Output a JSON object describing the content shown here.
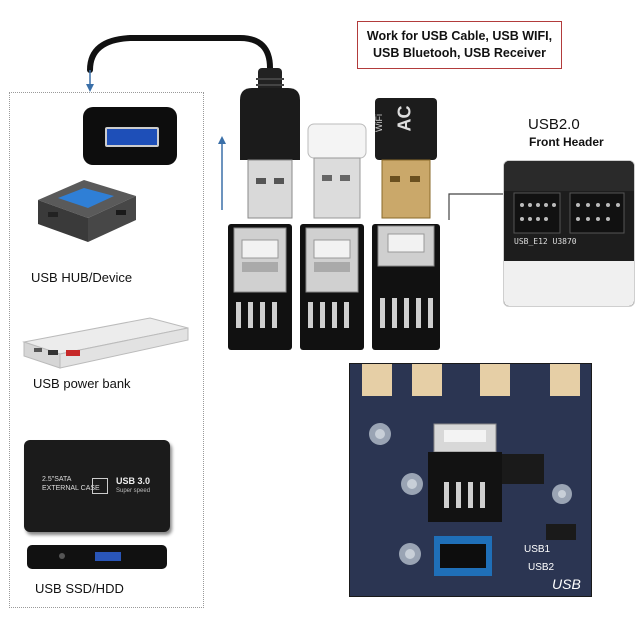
{
  "callout": {
    "line1": "Work for USB Cable, USB WIFI,",
    "line2": "USB Bluetooh, USB Receiver"
  },
  "header": {
    "title": "USB2.0",
    "subtitle": "Front Header",
    "pcb_label": "USB_E12  U3870"
  },
  "devices": [
    {
      "label": "USB HUB/Device"
    },
    {
      "label": "USB power bank"
    },
    {
      "label": "USB SSD/HDD"
    }
  ],
  "ssd_case": {
    "line1": "2.5\"SATA",
    "line2": "EXTERNAL CASE",
    "logo": "USB 3.0",
    "sub": "Super speed"
  },
  "wifi_dongle": {
    "text": "AC",
    "sub": "WiFi"
  },
  "motherboard": {
    "usb1": "USB1",
    "usb2": "USB2",
    "usb_big": "USB"
  },
  "colors": {
    "callout_border": "#b23b3b",
    "arrow": "#3a6fa8",
    "adapter_blue": "#2f6fd0"
  }
}
